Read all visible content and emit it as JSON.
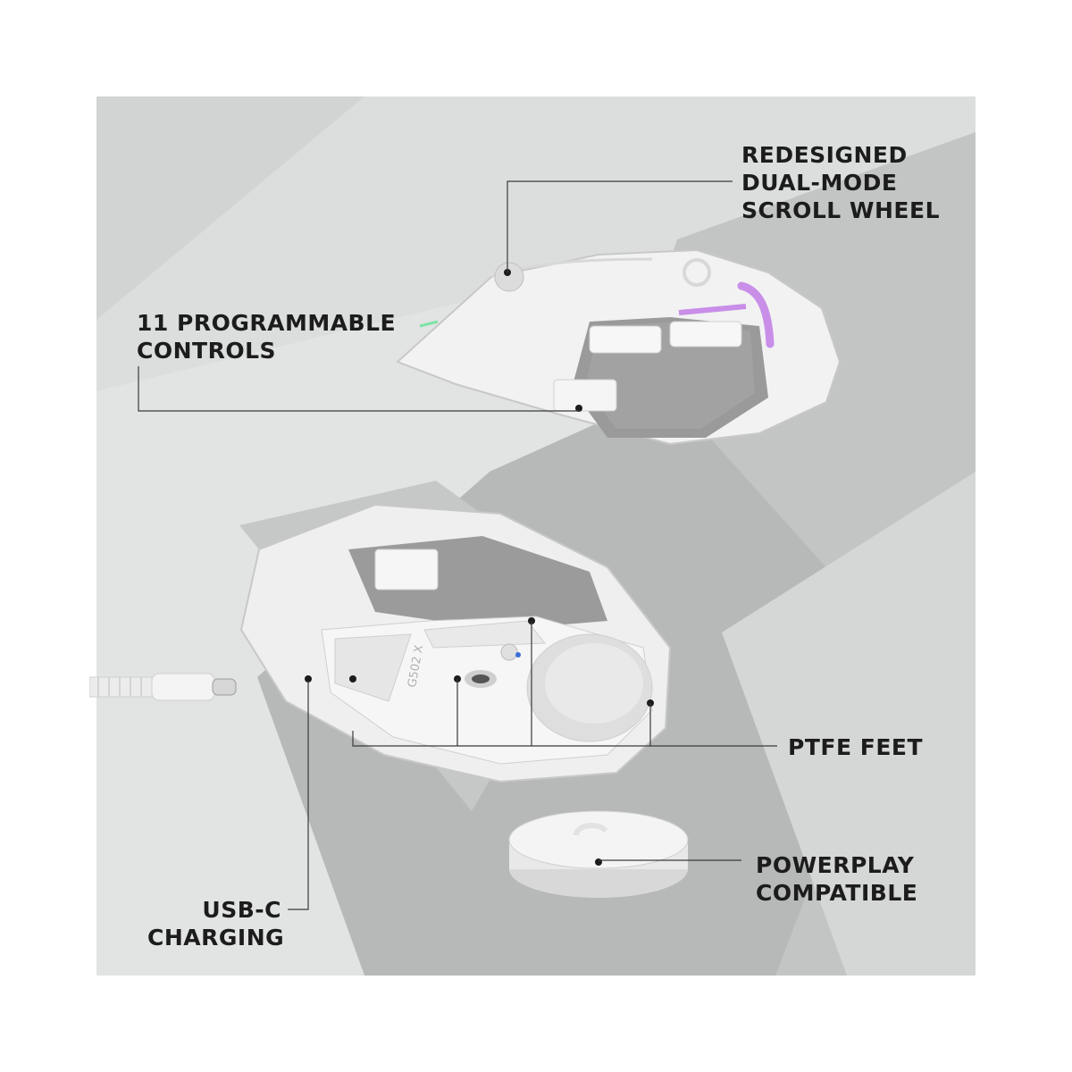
{
  "callouts": {
    "scroll_wheel": [
      "REDESIGNED",
      "DUAL-MODE",
      "SCROLL WHEEL"
    ],
    "programmable": [
      "11 PROGRAMMABLE",
      "CONTROLS"
    ],
    "ptfe_feet": [
      "PTFE FEET"
    ],
    "powerplay": [
      "POWERPLAY",
      "COMPATIBLE"
    ],
    "usb_c": [
      "USB-C",
      "CHARGING"
    ]
  },
  "mouse_bottom_text": "G502 X",
  "colors": {
    "background": "#e2e3e3",
    "dark_shape": "#b7b9b9",
    "mouse_white": "#f2f2f2",
    "grip_gray": "#9a9a9a",
    "rgb_accent": "#c98ee8",
    "text": "#1c1c1c"
  }
}
